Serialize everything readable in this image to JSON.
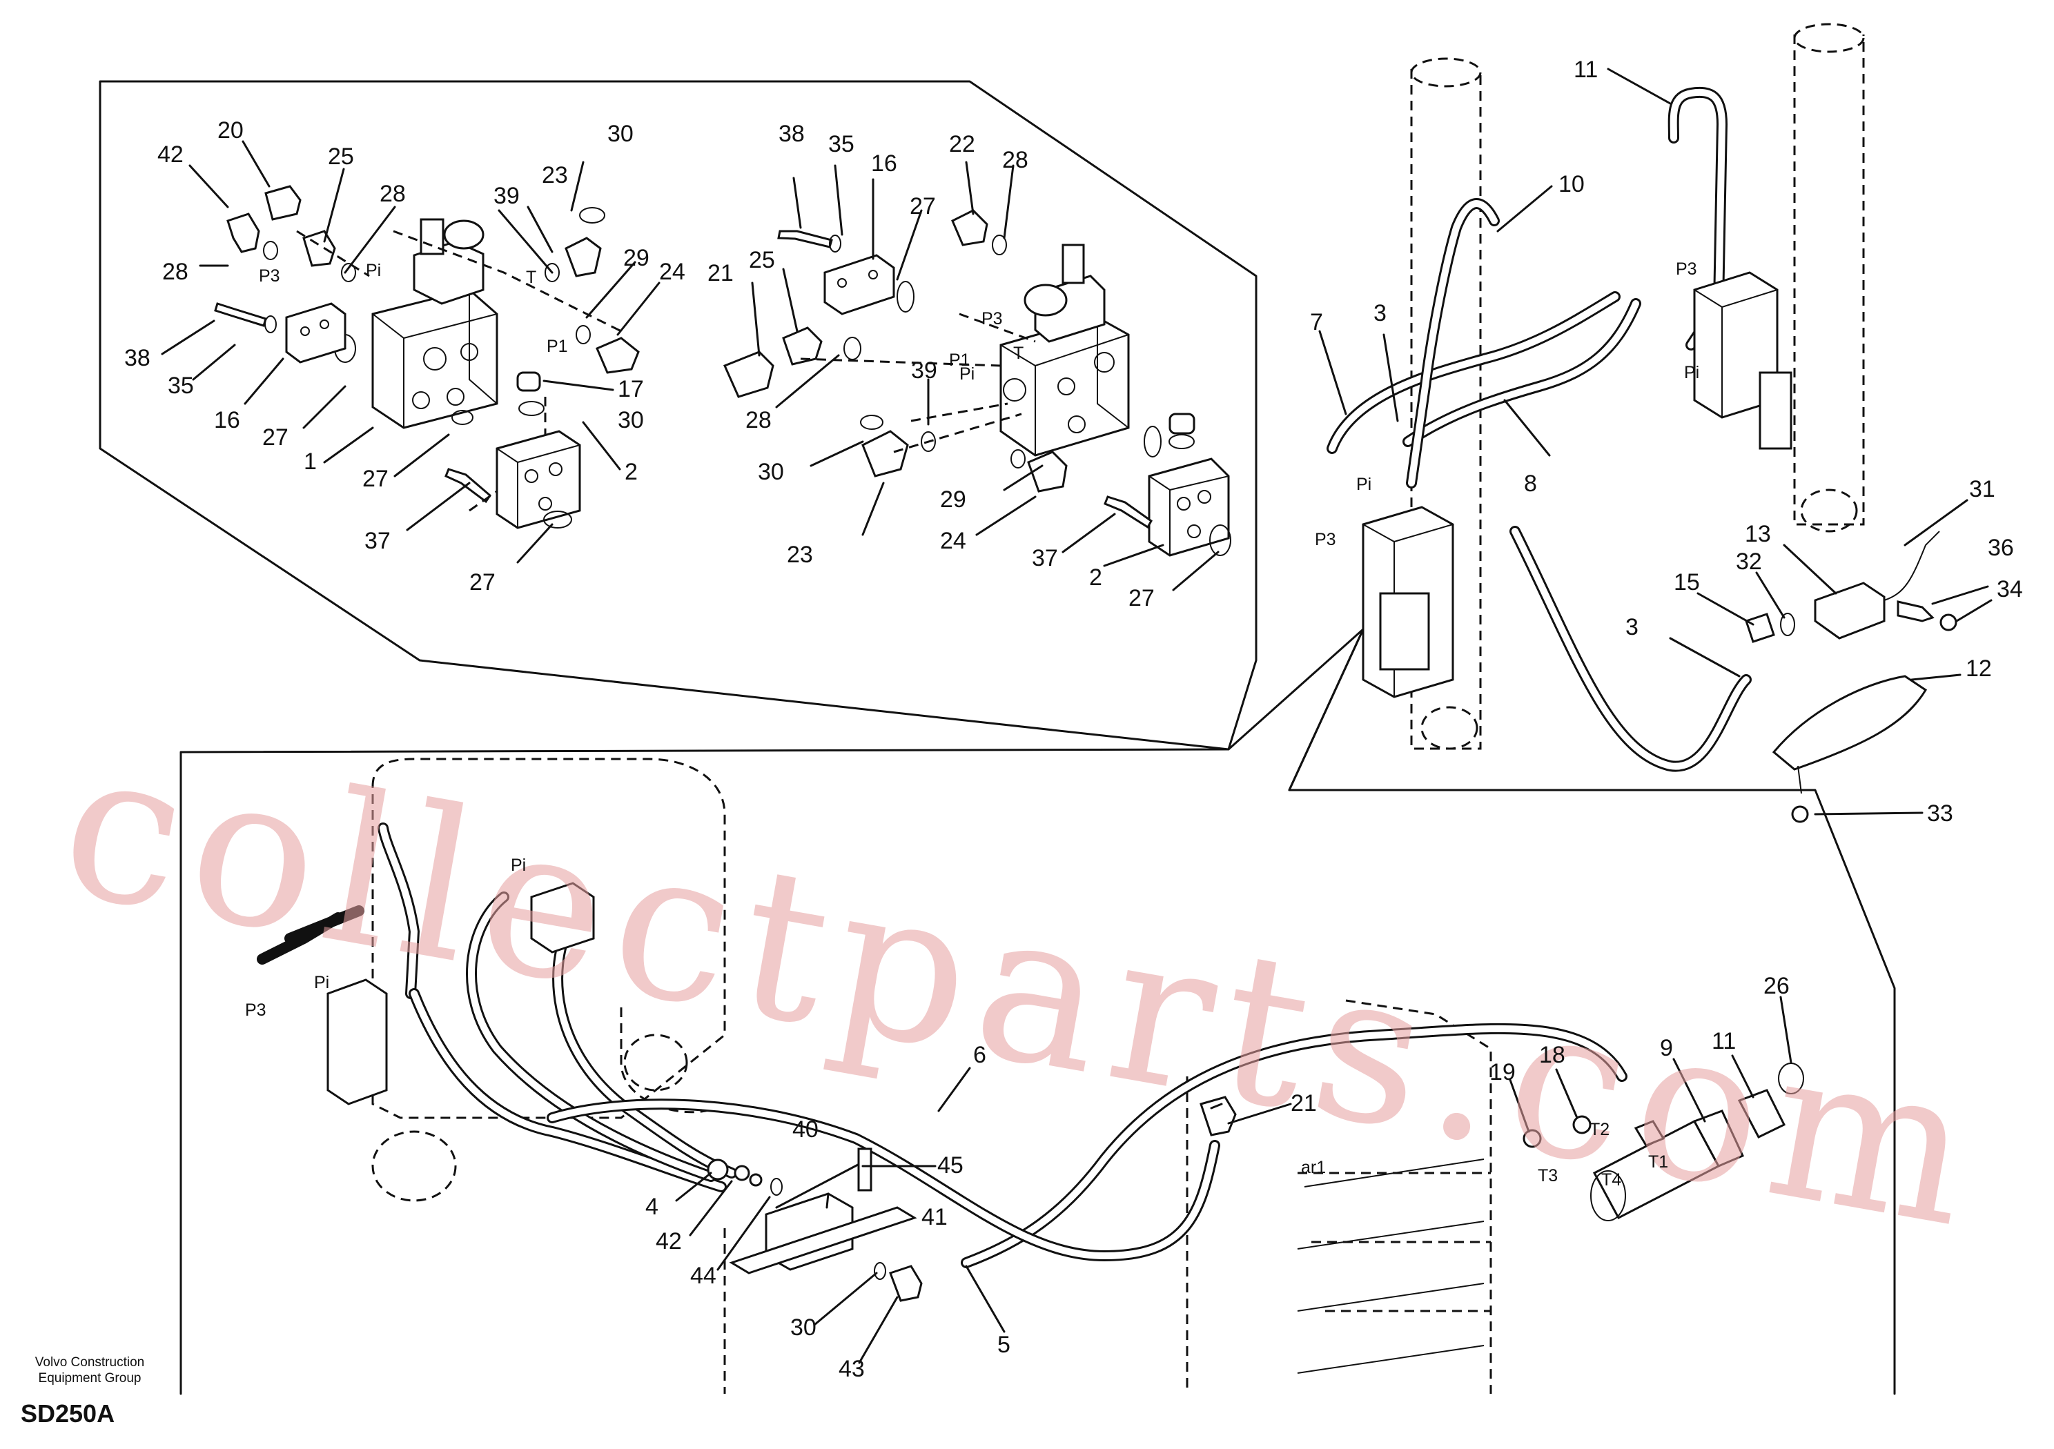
{
  "watermark": "collectparts.com",
  "footer": {
    "company_line1": "Volvo Construction",
    "company_line2": "Equipment Group",
    "drawing_code": "SD250A"
  },
  "callouts": {
    "c1": "1",
    "c2": "2",
    "c3": "3",
    "c4": "4",
    "c5": "5",
    "c6": "6",
    "c7": "7",
    "c8": "8",
    "c9": "9",
    "c10": "10",
    "c11": "11",
    "c12": "12",
    "c13": "13",
    "c15": "15",
    "c16": "16",
    "c17": "17",
    "c18": "18",
    "c19": "19",
    "c20": "20",
    "c21": "21",
    "c22": "22",
    "c23": "23",
    "c24": "24",
    "c25": "25",
    "c26": "26",
    "c27": "27",
    "c28": "28",
    "c29": "29",
    "c30": "30",
    "c31": "31",
    "c32": "32",
    "c33": "33",
    "c34": "34",
    "c35": "35",
    "c36": "36",
    "c37": "37",
    "c38": "38",
    "c39": "39",
    "c40": "40",
    "c41": "41",
    "c42": "42",
    "c43": "43",
    "c44": "44",
    "c45": "45"
  },
  "ports": {
    "p3": "P3",
    "pi": "Pi",
    "p1": "P1",
    "t": "T",
    "t1": "T1",
    "t2": "T2",
    "t3": "T3",
    "t4": "T4",
    "ar1": "ar1"
  },
  "icons": [
    "valve-block-icon",
    "elbow-fitting-icon",
    "bolt-icon",
    "o-ring-icon",
    "hose-icon",
    "solenoid-icon",
    "bracket-icon"
  ]
}
